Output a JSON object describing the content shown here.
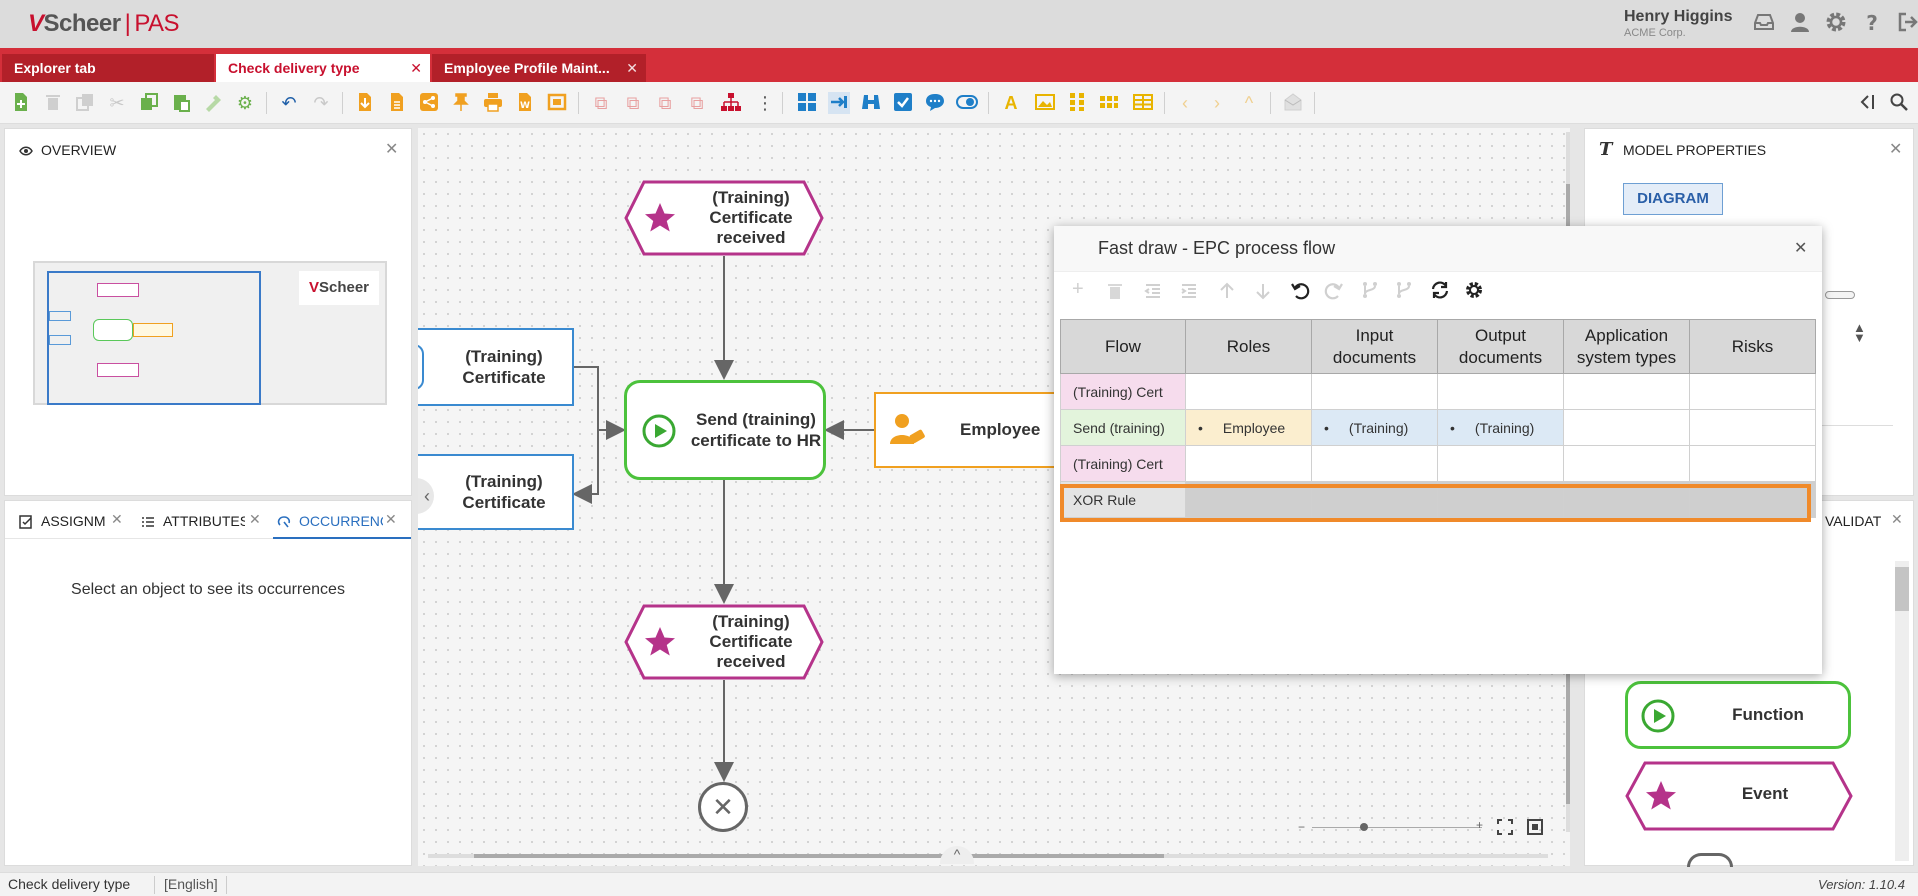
{
  "app": {
    "logo_mark": "V",
    "logo_name": "Scheer",
    "logo_sep": "|",
    "logo_product": "PAS"
  },
  "user": {
    "name": "Henry Higgins",
    "org": "ACME Corp."
  },
  "tabs": [
    {
      "label": "Explorer tab",
      "active": false
    },
    {
      "label": "Check delivery type",
      "active": true
    },
    {
      "label": "Employee Profile Maint...",
      "active": false
    }
  ],
  "overview": {
    "title": "OVERVIEW",
    "mini_logo": "Scheer"
  },
  "bottom_left": {
    "tabs": [
      "ASSIGNM",
      "ATTRIBUTES",
      "OCCURRENC"
    ],
    "empty_message": "Select an object to see its occurrences"
  },
  "canvas": {
    "event_top": "(Training) Certificate received",
    "event_bottom": "(Training) Certificate received",
    "function": "Send (training) certificate to HR",
    "doc1": "(Training) Certificate",
    "doc2": "(Training) Certificate",
    "role": "Employee"
  },
  "model_properties": {
    "title": "MODEL PROPERTIES",
    "diagram_button": "DIAGRAM"
  },
  "validation": {
    "title": "VALIDAT"
  },
  "palette": {
    "function_label": "Function",
    "event_label": "Event"
  },
  "fast_draw": {
    "title": "Fast draw - EPC process flow",
    "columns": [
      "Flow",
      "Roles",
      "Input documents",
      "Output documents",
      "Application system types",
      "Risks"
    ],
    "rows": [
      {
        "type": "event",
        "flow": "(Training) Cert",
        "roles": "",
        "input": "",
        "output": "",
        "apps": "",
        "risks": ""
      },
      {
        "type": "function",
        "flow": "Send (training)",
        "roles": "Employee",
        "input": "(Training)",
        "output": "(Training)",
        "apps": "",
        "risks": ""
      },
      {
        "type": "event",
        "flow": "(Training) Cert",
        "roles": "",
        "input": "",
        "output": "",
        "apps": "",
        "risks": ""
      },
      {
        "type": "xor",
        "flow": "XOR Rule",
        "roles": "",
        "input": "",
        "output": "",
        "apps": "",
        "risks": ""
      }
    ]
  },
  "status": {
    "model": "Check delivery type",
    "language": "[English]",
    "version": "Version: 1.10.4"
  }
}
